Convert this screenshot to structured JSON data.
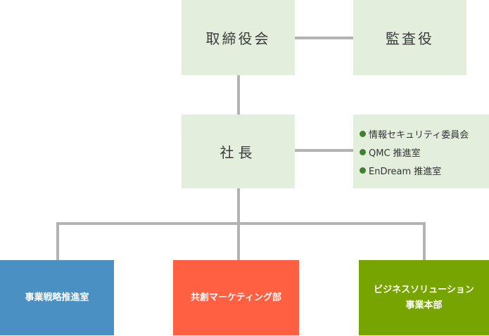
{
  "board": {
    "label": "取締役会"
  },
  "auditor": {
    "label": "監査役"
  },
  "president": {
    "label": "社長"
  },
  "committees": {
    "items": [
      "情報セキュリティ委員会",
      "QMC 推進室",
      "EnDream 推進室"
    ]
  },
  "departments": [
    {
      "line1": "事業戦略推進室",
      "line2": "",
      "color": "#4a90c2"
    },
    {
      "line1": "共創マーケティング部",
      "line2": "",
      "color": "#fe6041"
    },
    {
      "line1": "ビジネスソリューション",
      "line2": "事業本部",
      "color": "#78a400"
    }
  ],
  "colors": {
    "box_fill": "#e3efdc",
    "connector": "#b3b3b3",
    "bullet": "#3f7f2f"
  }
}
